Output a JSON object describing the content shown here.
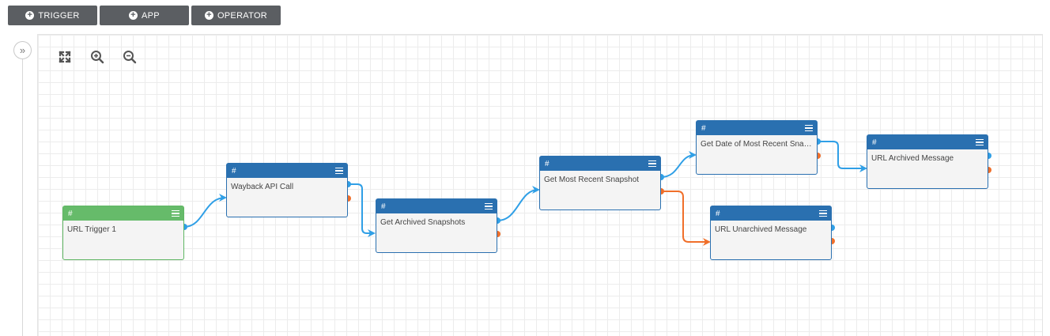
{
  "toolbar": {
    "trigger_label": "TRIGGER",
    "app_label": "APP",
    "operator_label": "OPERATOR"
  },
  "nodes": {
    "url_trigger": {
      "tag": "#",
      "title": "URL Trigger 1"
    },
    "wayback_api": {
      "tag": "#",
      "title": "Wayback API Call"
    },
    "archived_snapshots": {
      "tag": "#",
      "title": "Get Archived Snapshots"
    },
    "recent_snapshot": {
      "tag": "#",
      "title": "Get Most Recent Snapshot"
    },
    "date_recent": {
      "tag": "#",
      "title": "Get Date of Most Recent Snap..."
    },
    "url_archived": {
      "tag": "#",
      "title": "URL Archived Message"
    },
    "url_unarchived": {
      "tag": "#",
      "title": "URL Unarchived Message"
    }
  },
  "icons": {
    "expand": "chevron-double-right-icon",
    "fit": "fit-screen-icon",
    "zoom_in": "zoom-in-icon",
    "zoom_out": "zoom-out-icon",
    "menu": "hamburger-menu-icon",
    "add": "plus-circle-icon"
  },
  "colors": {
    "toolbar_button": "#5b5e62",
    "node_header": "#2a70b0",
    "trigger_header": "#66bb6a",
    "success_wire": "#2f9fe6",
    "failure_wire": "#f06f2a"
  }
}
